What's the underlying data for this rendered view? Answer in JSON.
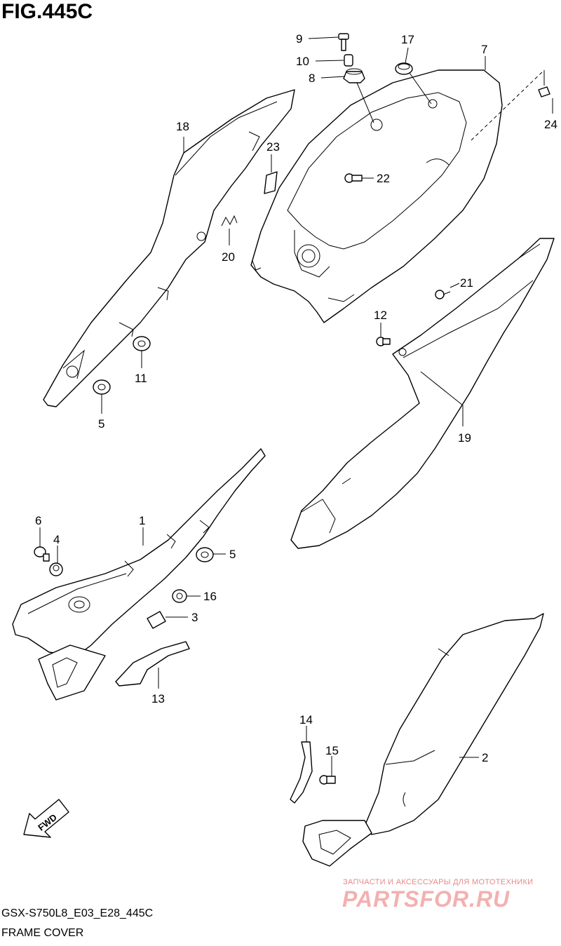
{
  "figure": {
    "title": "FIG.445C",
    "model_code": "GSX-S750L8_E03_E28_445C",
    "name": "FRAME COVER",
    "fwd_label": "FWD"
  },
  "watermark": {
    "tagline": "ЗАПЧАСТИ И АКСЕССУАРЫ ДЛЯ МОТОТЕХНИКИ",
    "brand": "PARTSFOR.RU"
  },
  "callouts": [
    "9",
    "10",
    "8",
    "17",
    "7",
    "24",
    "18",
    "23",
    "22",
    "20",
    "21",
    "12",
    "11",
    "5",
    "19",
    "6",
    "4",
    "1",
    "5",
    "16",
    "3",
    "13",
    "14",
    "15",
    "2"
  ]
}
